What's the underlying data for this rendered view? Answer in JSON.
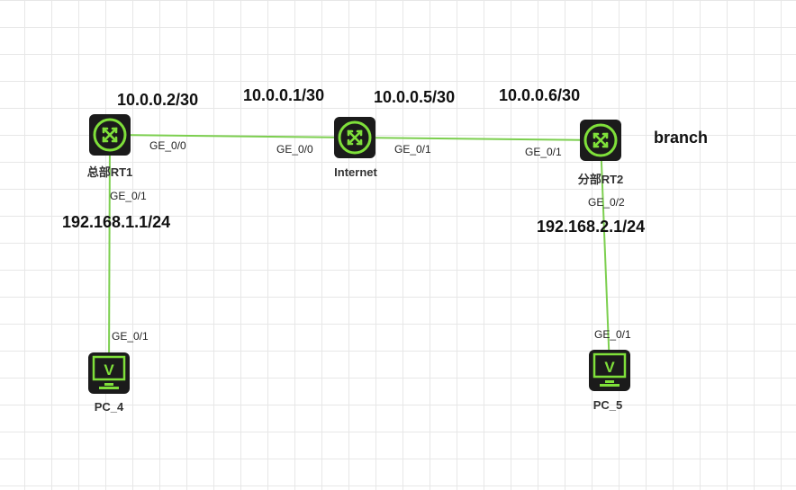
{
  "devices": {
    "rt1": {
      "label": "总部RT1",
      "type": "router"
    },
    "internet": {
      "label": "Internet",
      "type": "router"
    },
    "rt2": {
      "label": "分部RT2",
      "type": "router"
    },
    "pc4": {
      "label": "PC_4",
      "type": "pc",
      "glyph": "V"
    },
    "pc5": {
      "label": "PC_5",
      "type": "pc",
      "glyph": "V"
    }
  },
  "links": {
    "rt1_internet": {
      "a_port": "GE_0/0",
      "b_port": "GE_0/0"
    },
    "internet_rt2": {
      "a_port": "GE_0/1",
      "b_port": "GE_0/1"
    },
    "rt1_pc4": {
      "a_port": "GE_0/1",
      "b_port": "GE_0/1"
    },
    "rt2_pc5": {
      "a_port": "GE_0/2",
      "b_port": "GE_0/1"
    }
  },
  "ip_labels": {
    "rt1_wan": "10.0.0.2/30",
    "internet_west": "10.0.0.1/30",
    "internet_east": "10.0.0.5/30",
    "rt2_wan": "10.0.0.6/30",
    "rt1_lan": "192.168.1.1/24",
    "rt2_lan": "192.168.2.1/24"
  },
  "notes": {
    "branch": "branch"
  },
  "colors": {
    "link": "#7ccf4f",
    "device_body": "#1b1b1b",
    "device_accent": "#7fe03a"
  },
  "icons": {
    "router": "router-icon",
    "pc": "pc-monitor-icon"
  }
}
